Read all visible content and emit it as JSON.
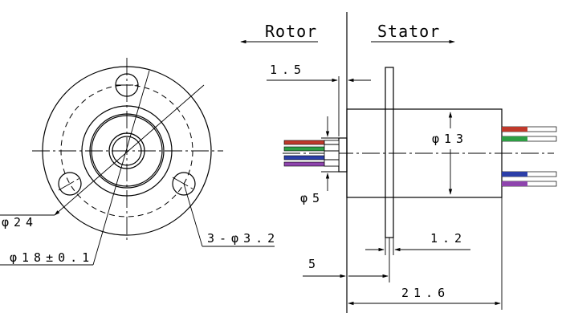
{
  "labels": {
    "rotor": "Rotor",
    "stator": "Stator",
    "dim_1_5": "1.5",
    "dim_phi13": "φ13",
    "dim_phi5": "φ5",
    "dim_1_2": "1.2",
    "dim_5": "5",
    "dim_21_6": "21.6",
    "dim_phi24": "φ24",
    "dim_phi18": "φ18±0.1",
    "dim_holes": "3-φ3.2"
  },
  "wire_colors": {
    "left": [
      "#c0392b",
      "#2e9e44",
      "#2b3ea8",
      "#8e44ad"
    ],
    "right_top": [
      "#c0392b",
      "#2e9e44"
    ],
    "right_bottom": [
      "#2b3ea8",
      "#8e44ad"
    ]
  }
}
